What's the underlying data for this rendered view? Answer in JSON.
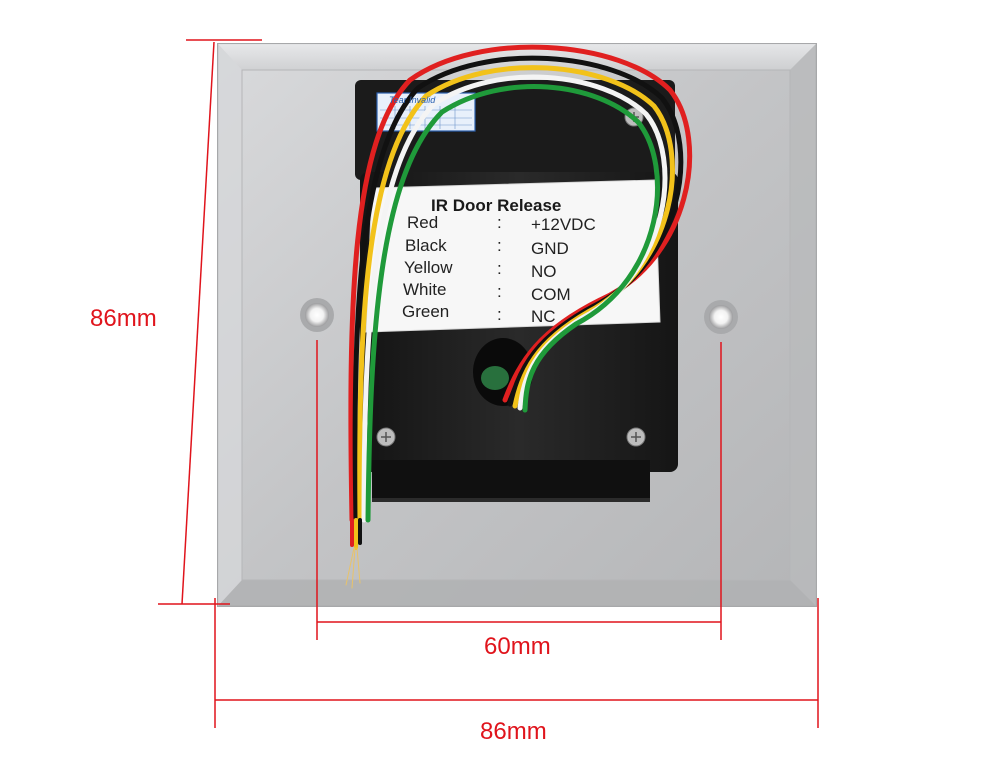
{
  "dimensions": {
    "height_label": "86mm",
    "hole_spacing_label": "60mm",
    "width_label": "86mm"
  },
  "sticker": {
    "text": "Tear  Invalid"
  },
  "label": {
    "title": "IR Door Release",
    "rows": [
      {
        "wire": "Red",
        "sep": ":",
        "value": "+12VDC"
      },
      {
        "wire": "Black",
        "sep": ":",
        "value": "GND"
      },
      {
        "wire": "Yellow",
        "sep": ":",
        "value": "NO"
      },
      {
        "wire": "White",
        "sep": ":",
        "value": "COM"
      },
      {
        "wire": "Green",
        "sep": ":",
        "value": "NC"
      }
    ]
  },
  "colors": {
    "dimension_lines": "#e0141c",
    "plate": "#c8c9cb",
    "module_body": "#1c1c1c",
    "wire_red": "#e02020",
    "wire_black": "#111111",
    "wire_yellow": "#f2c21a",
    "wire_white": "#f4f4f4",
    "wire_green": "#1f9a3a"
  }
}
